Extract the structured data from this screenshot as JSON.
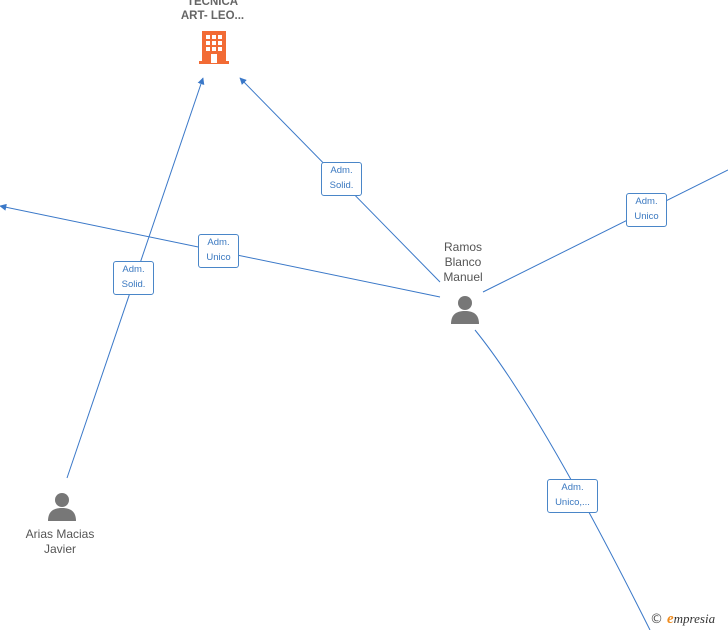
{
  "nodes": {
    "company": {
      "label_line1": "TECNICA",
      "label_line2": "ART- LEO...",
      "color": "#f26b35"
    },
    "ramos": {
      "line1": "Ramos",
      "line2": "Blanco",
      "line3": "Manuel",
      "color": "#777777"
    },
    "arias": {
      "line1": "Arias Macias",
      "line2": "Javier",
      "color": "#777777"
    }
  },
  "edges": {
    "arias_company": {
      "line1": "Adm.",
      "line2": "Solid."
    },
    "ramos_company": {
      "line1": "Adm.",
      "line2": "Solid."
    },
    "ramos_left": {
      "line1": "Adm.",
      "line2": "Unico"
    },
    "ramos_right": {
      "line1": "Adm.",
      "line2": "Unico"
    },
    "ramos_bottom": {
      "line1": "Adm.",
      "line2": "Unico,..."
    }
  },
  "edge_color": "#3a78c8",
  "watermark": {
    "copyright": "©",
    "brand_initial": "e",
    "brand_rest": "mpresia"
  }
}
